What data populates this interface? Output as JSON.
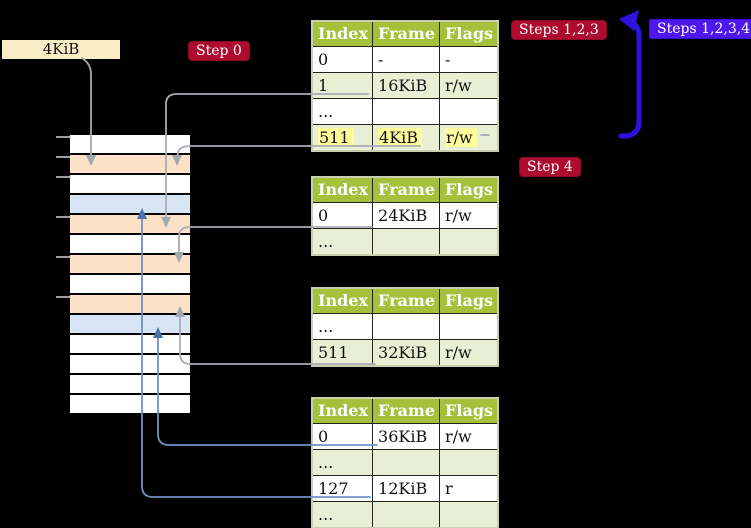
{
  "labels": {
    "page_size": "4KiB",
    "step0": "Step 0",
    "steps123": "Steps 1,2,3",
    "steps1234": "Steps 1,2,3,4",
    "step4": "Step 4"
  },
  "palette": {
    "badge_red": "#ae0c2f",
    "badge_blue": "#4f17ee",
    "big_arrow_blue": "#2c13de",
    "table_header_green": "#a5c13b",
    "table_row_green": "#e9efd4",
    "highlight_yellow": "#fdfd9b",
    "frame_peach": "#fbe2c7",
    "frame_blue": "#d8e5f4",
    "frame_white": "#ffffff",
    "label_cream": "#f9edc6",
    "connector_gray": "#a9abb4",
    "connector_steel_blue": "#7090c5"
  },
  "memory": {
    "rows": [
      {
        "fill": "white"
      },
      {
        "fill": "peach"
      },
      {
        "fill": "white"
      },
      {
        "fill": "blue"
      },
      {
        "fill": "peach"
      },
      {
        "fill": "white"
      },
      {
        "fill": "peach"
      },
      {
        "fill": "white"
      },
      {
        "fill": "peach"
      },
      {
        "fill": "blue"
      },
      {
        "fill": "white"
      },
      {
        "fill": "white"
      },
      {
        "fill": "white"
      },
      {
        "fill": "white"
      }
    ],
    "tick_ys": [
      136,
      156,
      176,
      216,
      256,
      296
    ]
  },
  "tables": [
    {
      "name": "page-table-level-1",
      "headers": [
        "Index",
        "Frame",
        "Flags"
      ],
      "rows": [
        {
          "cells": [
            "0",
            "-",
            "-"
          ]
        },
        {
          "cells": [
            "1",
            "16KiB",
            "r/w"
          ]
        },
        {
          "cells": [
            "...",
            "",
            ""
          ]
        },
        {
          "cells": [
            "511",
            "4KiB",
            "r/w"
          ],
          "highlight": true
        }
      ]
    },
    {
      "name": "page-table-level-2",
      "headers": [
        "Index",
        "Frame",
        "Flags"
      ],
      "rows": [
        {
          "cells": [
            "0",
            "24KiB",
            "r/w"
          ]
        },
        {
          "cells": [
            "...",
            "",
            ""
          ]
        }
      ]
    },
    {
      "name": "page-table-level-3",
      "headers": [
        "Index",
        "Frame",
        "Flags"
      ],
      "rows": [
        {
          "cells": [
            "...",
            "",
            ""
          ]
        },
        {
          "cells": [
            "511",
            "32KiB",
            "r/w"
          ]
        }
      ]
    },
    {
      "name": "page-table-level-4",
      "headers": [
        "Index",
        "Frame",
        "Flags"
      ],
      "rows": [
        {
          "cells": [
            "0",
            "36KiB",
            "r/w"
          ]
        },
        {
          "cells": [
            "...",
            "",
            ""
          ]
        },
        {
          "cells": [
            "127",
            "12KiB",
            "r"
          ]
        },
        {
          "cells": [
            "...",
            "",
            ""
          ]
        }
      ]
    }
  ]
}
